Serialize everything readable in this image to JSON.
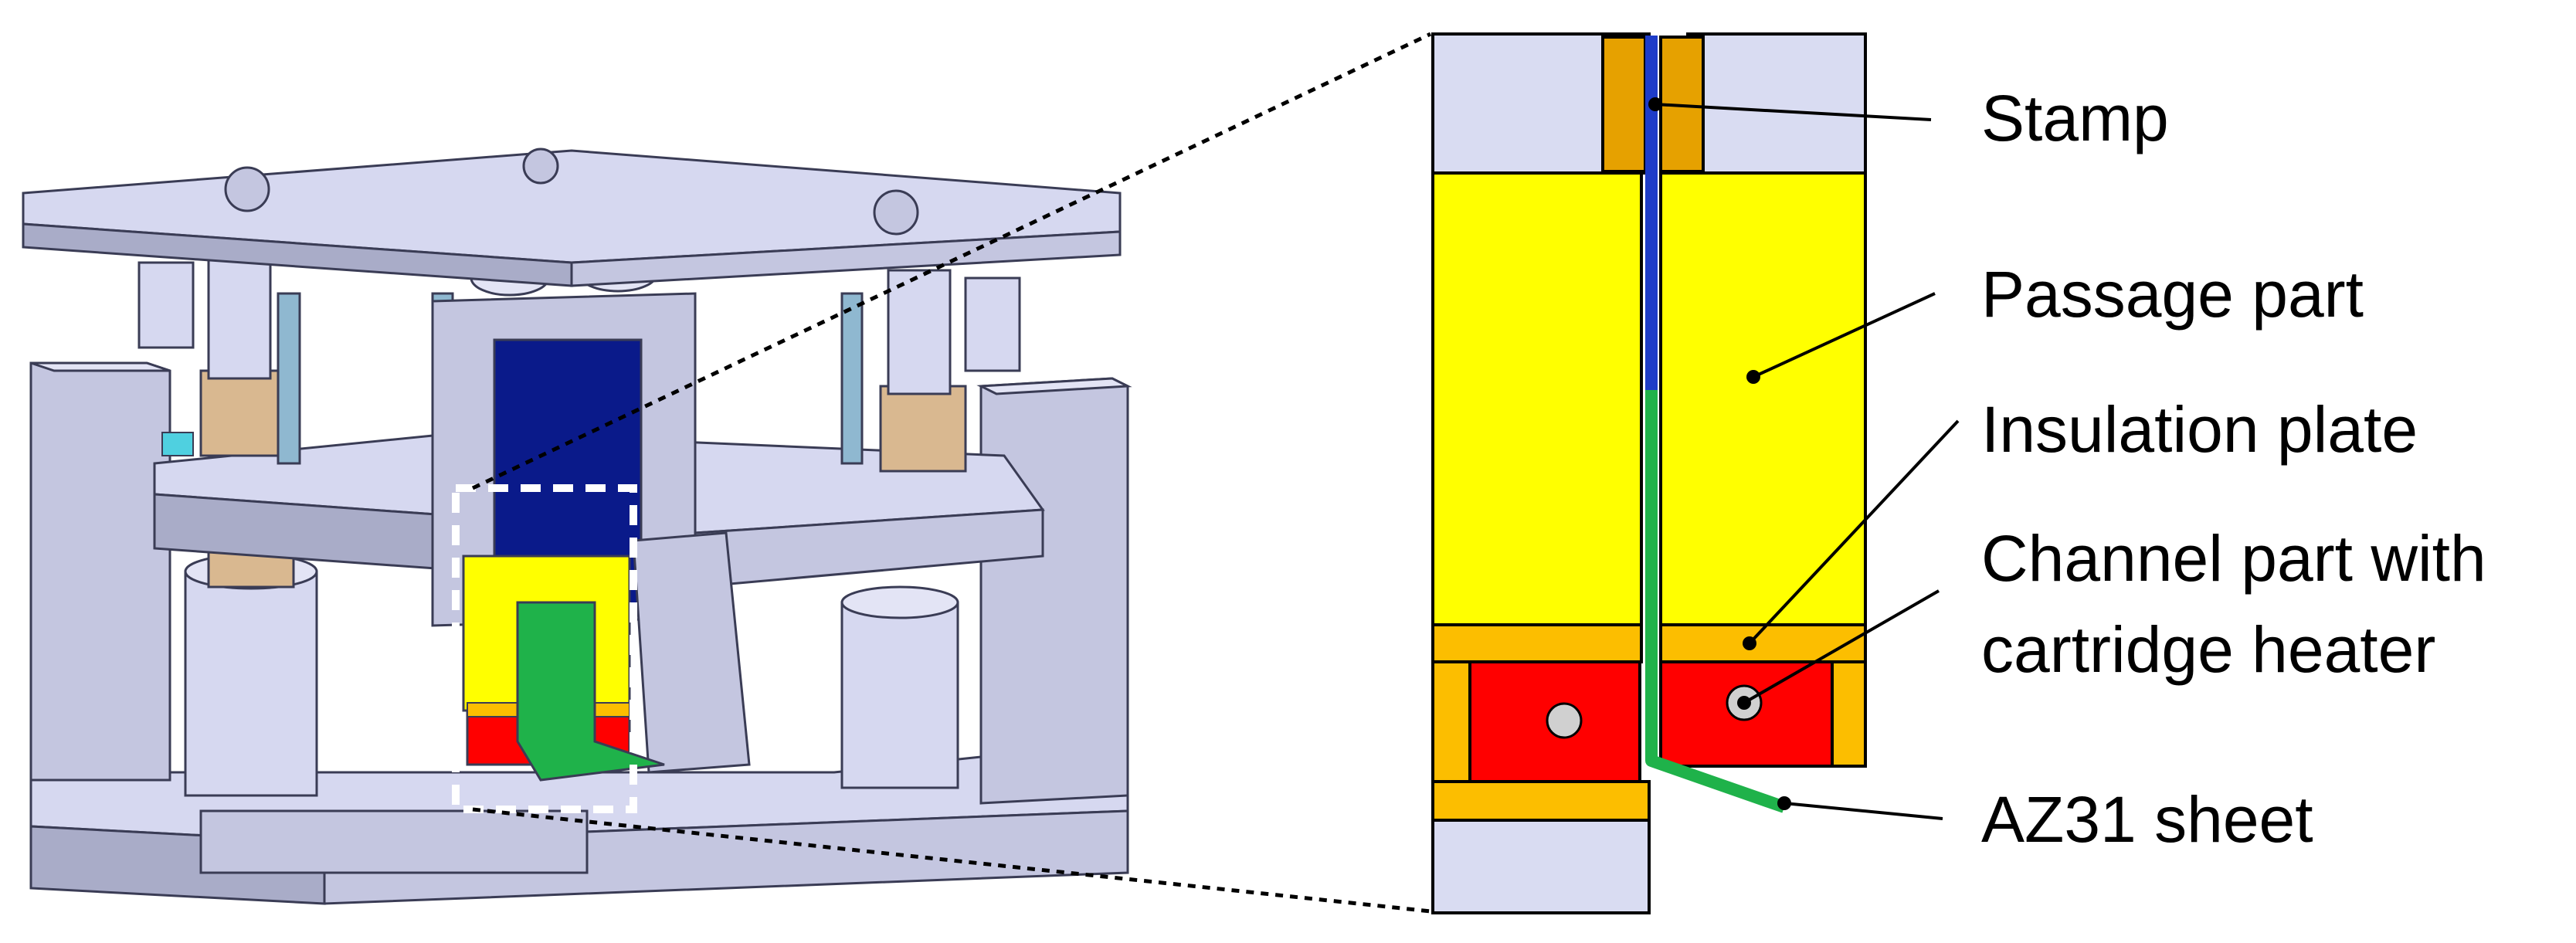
{
  "colors": {
    "machine_body": "#d6d8f0",
    "machine_shadow": "#a9acc8",
    "machine_edge": "#3a3c55",
    "passage_part": "#ffff00",
    "insulation_plate": "#fcbe00",
    "stamp": "#e6a100",
    "channel_part": "#ff0000",
    "az31_sheet": "#1fb24a",
    "punch_blue": "#1e3cc8",
    "dark_blue_block": "#0a1a8a",
    "column_blue": "#8fb8d0",
    "bushing_tan": "#d9b890",
    "heater_hole": "#d0d0d0",
    "highlight_box": "#ffffff",
    "leader_line": "#000000"
  },
  "callouts": [
    {
      "id": "stamp",
      "label": "Stamp"
    },
    {
      "id": "passage",
      "label": "Passage part"
    },
    {
      "id": "insulation",
      "label": "Insulation plate"
    },
    {
      "id": "channel",
      "label_lines": [
        "Channel part with",
        "cartridge heater"
      ]
    },
    {
      "id": "sheet",
      "label": "AZ31 sheet"
    }
  ]
}
